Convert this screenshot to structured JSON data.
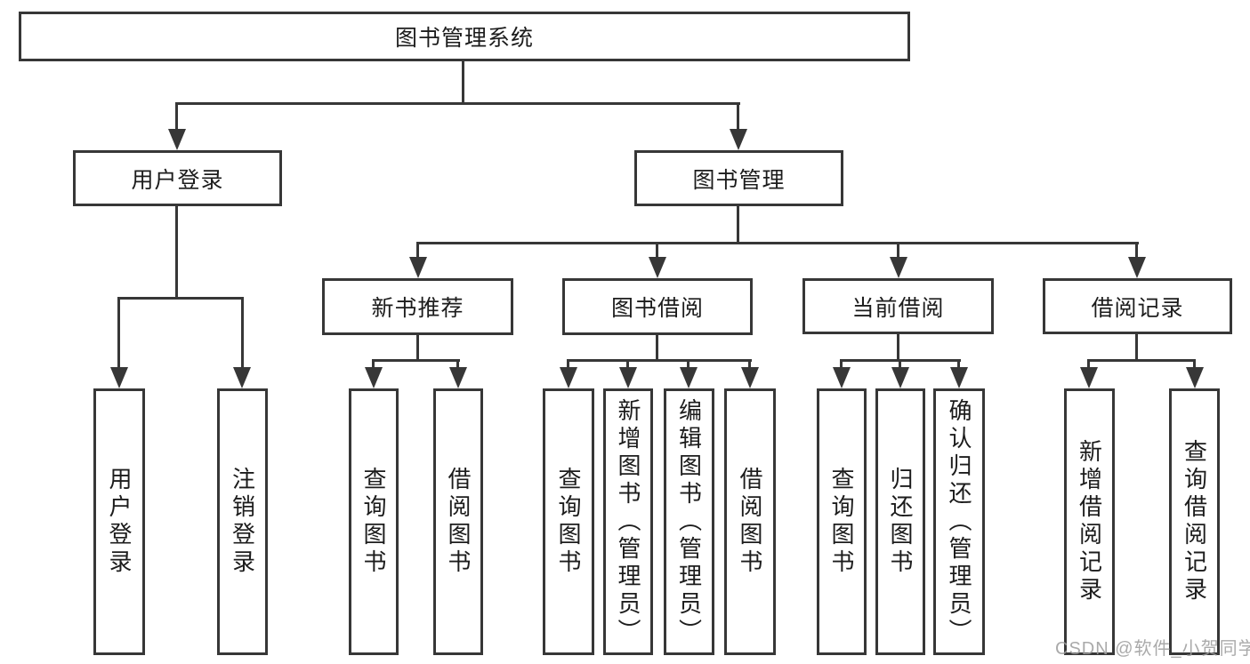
{
  "watermark": "CSDN @软件_小贺同学",
  "colors": {
    "line": "#373737",
    "text": "#1c1c1c",
    "background": "#ffffff",
    "watermark_text": "#9e9e9e"
  },
  "tree": {
    "root": {
      "label": "图书管理系统",
      "children": [
        {
          "label": "用户登录",
          "children": [
            {
              "label": "用户登录"
            },
            {
              "label": "注销登录"
            }
          ]
        },
        {
          "label": "图书管理",
          "children": [
            {
              "label": "新书推荐",
              "children": [
                {
                  "label": "查询图书"
                },
                {
                  "label": "借阅图书"
                }
              ]
            },
            {
              "label": "图书借阅",
              "children": [
                {
                  "label": "查询图书"
                },
                {
                  "label": "新增图书（管理员）"
                },
                {
                  "label": "编辑图书（管理员）"
                },
                {
                  "label": "借阅图书"
                }
              ]
            },
            {
              "label": "当前借阅",
              "children": [
                {
                  "label": "查询图书"
                },
                {
                  "label": "归还图书"
                },
                {
                  "label": "确认归还（管理员）"
                }
              ]
            },
            {
              "label": "借阅记录",
              "children": [
                {
                  "label": "新增借阅记录"
                },
                {
                  "label": "查询借阅记录"
                }
              ]
            }
          ]
        }
      ]
    }
  }
}
